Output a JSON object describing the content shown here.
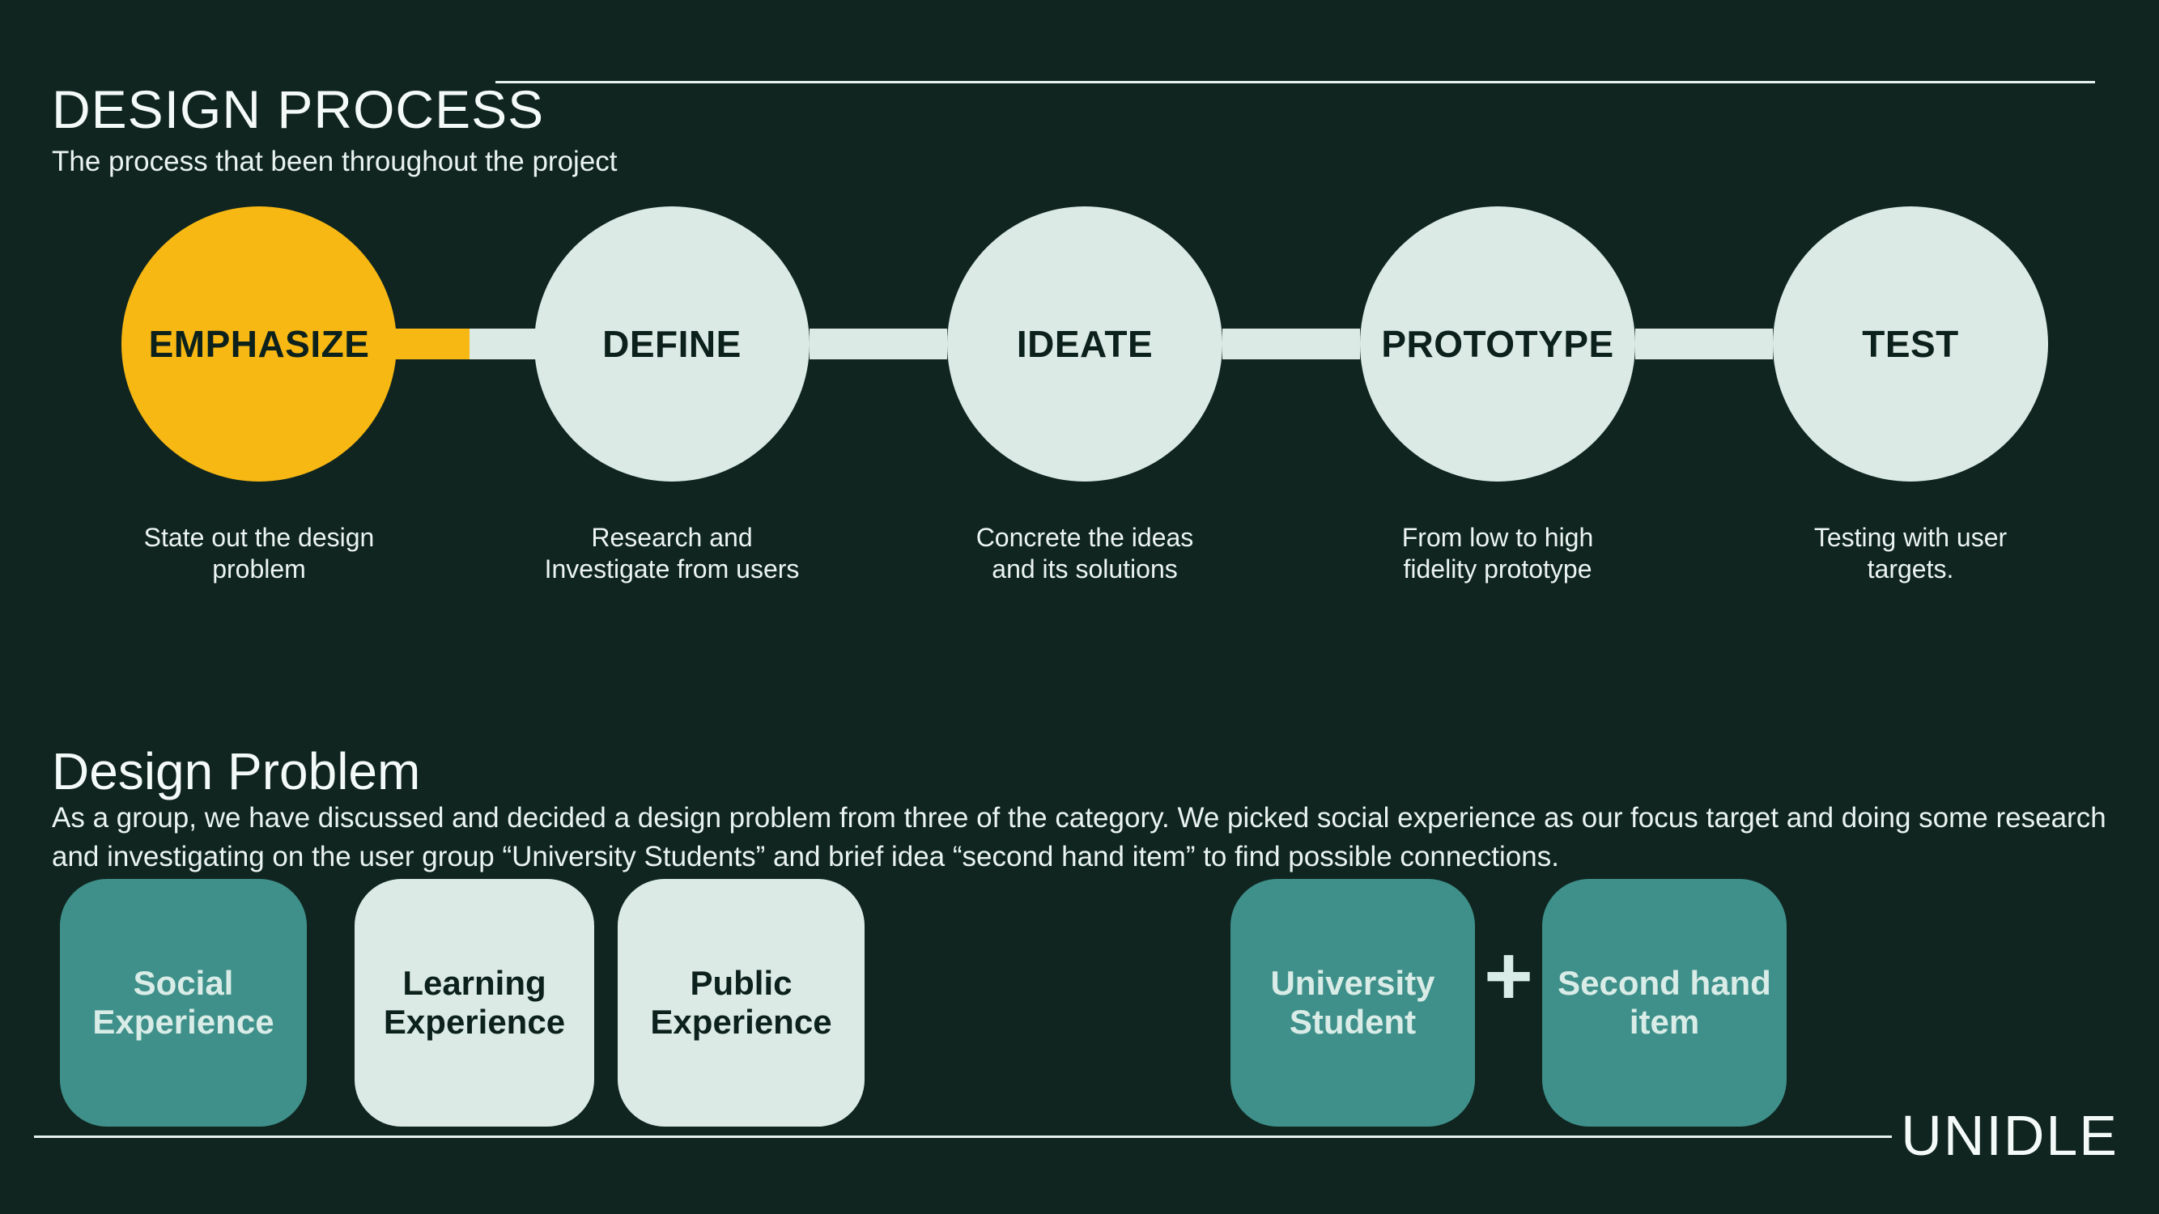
{
  "slide": {
    "title": "DESIGN PROCESS",
    "subtitle": "The process that been throughout the project",
    "brand": "UNIDLE"
  },
  "colors": {
    "background": "#102520",
    "accent_yellow": "#f8b814",
    "light_mint": "#dbeae5",
    "teal": "#3f908a",
    "dark_text": "#0c211c",
    "light_text": "#f2f8f5"
  },
  "process": {
    "steps": [
      {
        "label": "EMPHASIZE",
        "highlighted": true,
        "description_lines": [
          "State out the design",
          "problem"
        ]
      },
      {
        "label": "DEFINE",
        "highlighted": false,
        "description_lines": [
          "Research and",
          "Investigate from users"
        ]
      },
      {
        "label": "IDEATE",
        "highlighted": false,
        "description_lines": [
          "Concrete the ideas",
          "and its solutions"
        ]
      },
      {
        "label": "PROTOTYPE",
        "highlighted": false,
        "description_lines": [
          "From low to high",
          "fidelity prototype"
        ]
      },
      {
        "label": "TEST",
        "highlighted": false,
        "description_lines": [
          "Testing with user",
          "targets."
        ]
      }
    ]
  },
  "design_problem": {
    "heading": "Design Problem",
    "body": "As a group, we have discussed and decided a design problem from three of the category. We picked social experience as our focus target and doing some research and investigating on the user group “University Students” and brief idea “second hand item” to find possible connections.",
    "categories": [
      {
        "line1": "Social",
        "line2": "Experience",
        "variant": "teal"
      },
      {
        "line1": "Learning",
        "line2": "Experience",
        "variant": "light"
      },
      {
        "line1": "Public",
        "line2": "Experience",
        "variant": "light"
      }
    ],
    "combination": {
      "plus_symbol": "+",
      "items": [
        {
          "line1": "University",
          "line2": "Student"
        },
        {
          "line1": "Second hand",
          "line2": "item"
        }
      ]
    }
  }
}
